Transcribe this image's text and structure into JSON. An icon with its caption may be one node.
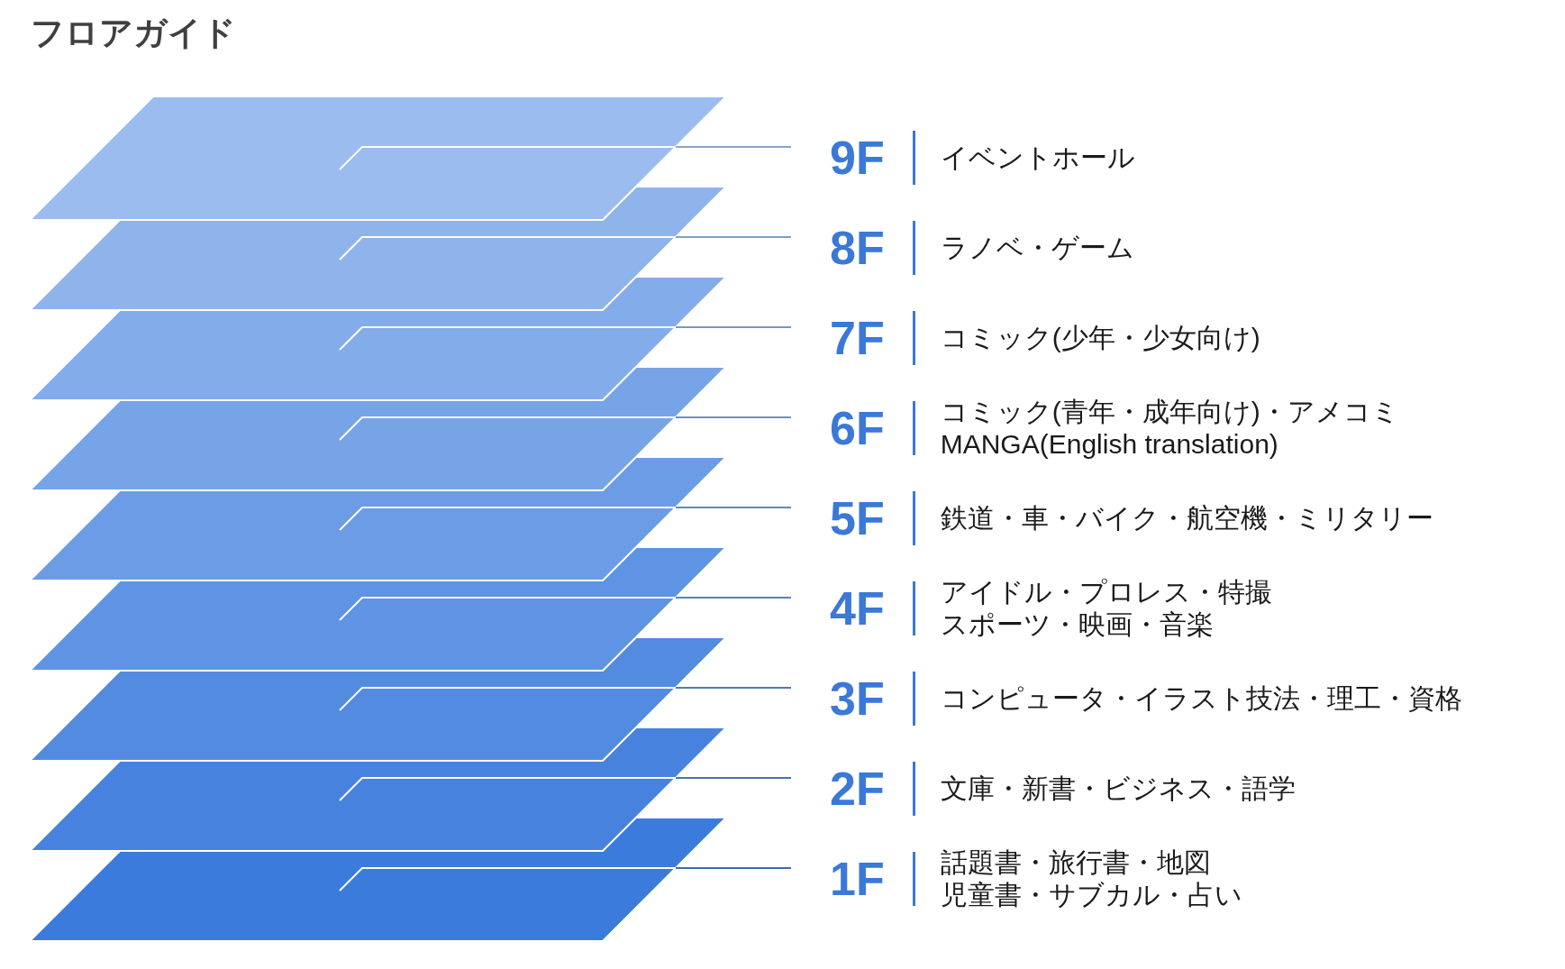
{
  "diagram": {
    "title": "フロアガイド",
    "nodes": [
      {
        "text": [],
        "shape": "parallelogram"
      },
      {
        "text": [
          "9F",
          "イベントホール"
        ]
      },
      {
        "text": [],
        "shape": "parallelogram"
      },
      {
        "text": [
          "8F",
          "ラノベ・ゲーム"
        ]
      },
      {
        "text": [],
        "shape": "parallelogram"
      },
      {
        "text": [
          "7F",
          "コミック(少年・少女向け)"
        ]
      },
      {
        "text": [],
        "shape": "parallelogram"
      },
      {
        "text": [
          "6F",
          "コミック(青年・成年向け)・アメコミ",
          "MANGA(English translation)"
        ]
      },
      {
        "text": [],
        "shape": "parallelogram"
      },
      {
        "text": [
          "5F",
          "鉄道・車・バイク・航空機・ミリタリー"
        ]
      },
      {
        "text": [],
        "shape": "parallelogram"
      },
      {
        "text": [
          "4F",
          "アイドル・プロレス・特撮",
          "スポーツ・映画・音楽"
        ]
      },
      {
        "text": [],
        "shape": "parallelogram"
      },
      {
        "text": [
          "3F",
          "コンピュータ・イラスト技法・理工・資格"
        ]
      },
      {
        "text": [],
        "shape": "parallelogram"
      },
      {
        "text": [
          "2F",
          "文庫・新書・ビジネス・語学"
        ]
      },
      {
        "text": [],
        "shape": "parallelogram"
      },
      {
        "text": [
          "1F",
          "話題書・旅行書・地図",
          "児童書・サブカル・占い"
        ]
      }
    ],
    "edges": [
      {
        "from": 1,
        "to": 0,
        "arrow": "none"
      },
      {
        "from": 3,
        "to": 2,
        "arrow": "none"
      },
      {
        "from": 5,
        "to": 4,
        "arrow": "none"
      },
      {
        "from": 7,
        "to": 6,
        "arrow": "none"
      },
      {
        "from": 9,
        "to": 8,
        "arrow": "none"
      },
      {
        "from": 11,
        "to": 10,
        "arrow": "none"
      },
      {
        "from": 13,
        "to": 12,
        "arrow": "none"
      },
      {
        "from": 15,
        "to": 14,
        "arrow": "none"
      },
      {
        "from": 17,
        "to": 16,
        "arrow": "none"
      }
    ]
  }
}
